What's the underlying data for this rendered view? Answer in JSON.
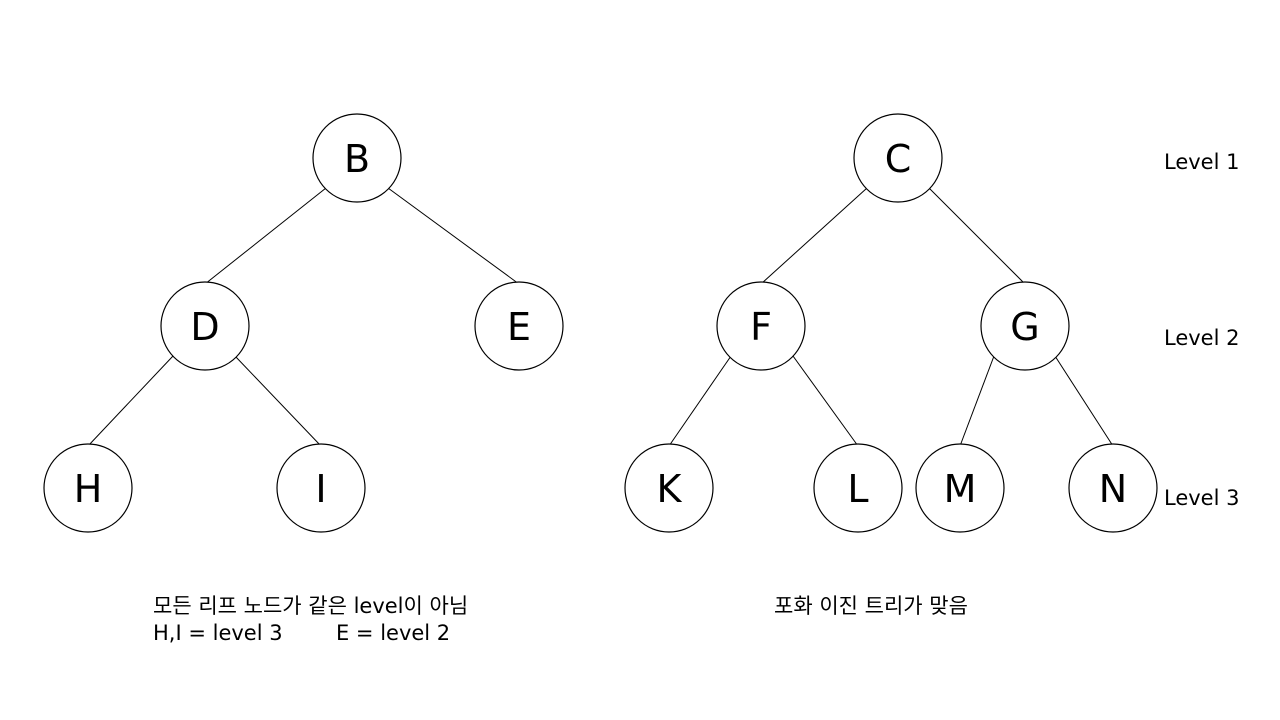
{
  "colors": {
    "background": "#ffffff",
    "stroke": "#000000",
    "text": "#000000"
  },
  "left_tree": {
    "nodes": [
      "B",
      "D",
      "E",
      "H",
      "I"
    ],
    "caption_line1": "모든 리프 노드가 같은 level이 아님",
    "caption_line2": "H,I = level 3        E = level 2"
  },
  "right_tree": {
    "nodes": [
      "C",
      "F",
      "G",
      "K",
      "L",
      "M",
      "N"
    ],
    "caption": "포화 이진 트리가 맞음"
  },
  "levels": [
    "Level 1",
    "Level 2",
    "Level 3"
  ]
}
